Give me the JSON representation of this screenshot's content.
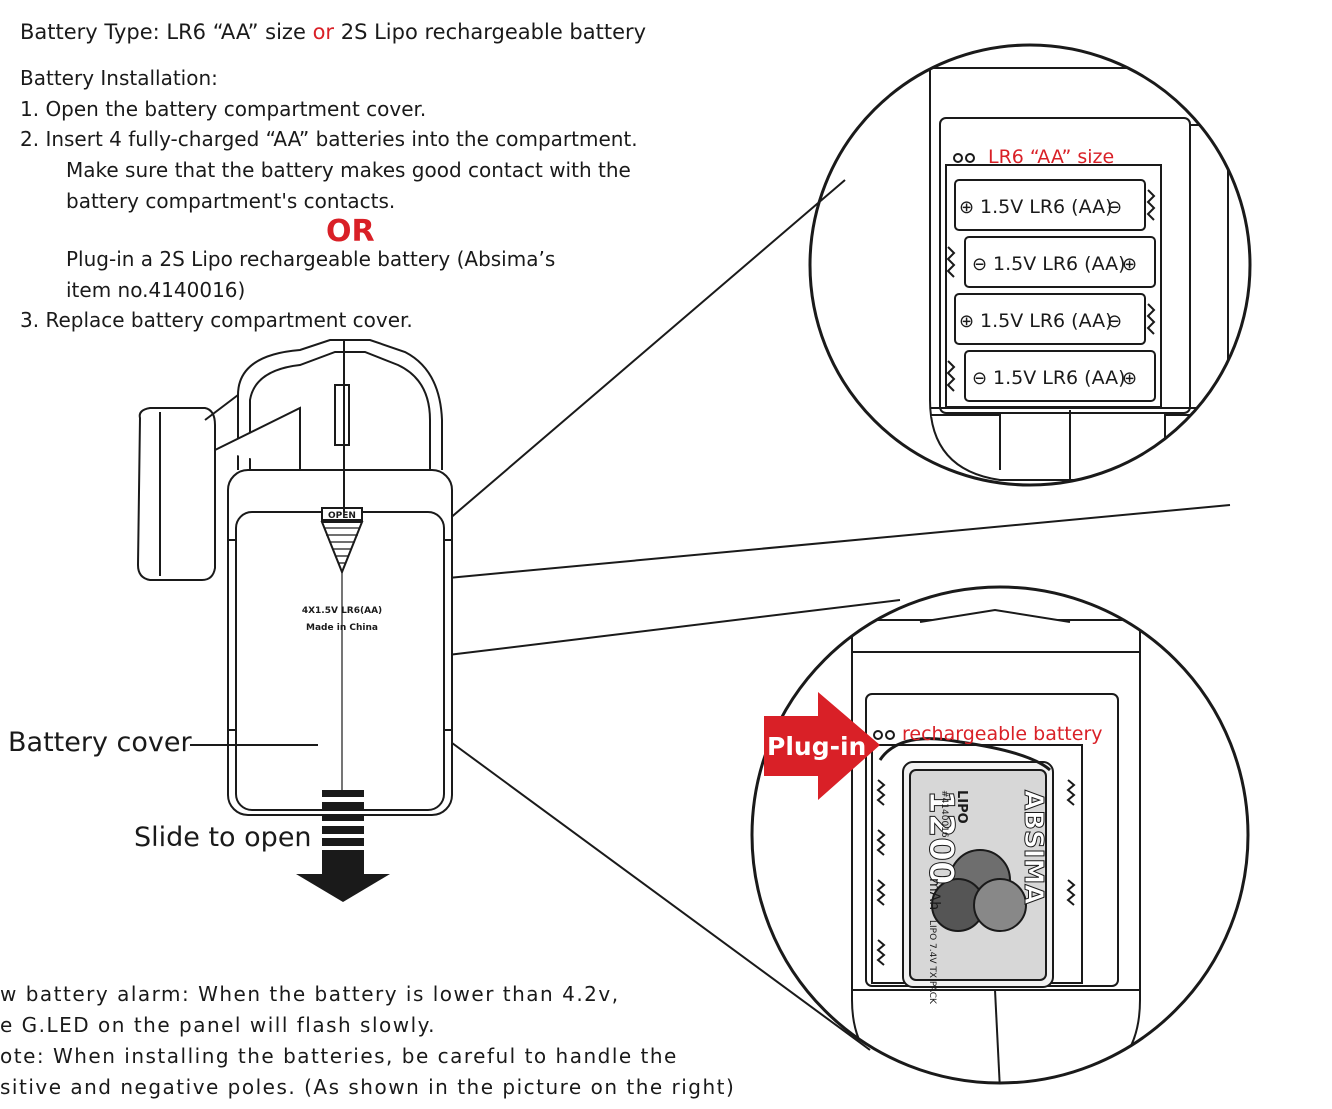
{
  "header": {
    "type_prefix": "Battery Type: LR6 “AA” size ",
    "type_or": "or",
    "type_suffix": " 2S Lipo rechargeable battery"
  },
  "installation": {
    "title": "Battery Installation:",
    "step1": "1. Open the battery compartment cover.",
    "step2_line1": "2. Insert 4 fully-charged “AA” batteries into the compartment.",
    "step2_line2": "Make sure that the battery makes good contact with the",
    "step2_line3": "battery compartment's contacts.",
    "or_label": "OR",
    "plug_line1": "Plug-in a 2S Lipo rechargeable battery (Absima’s",
    "plug_line2": "item no.4140016)",
    "step3": "3. Replace battery compartment cover."
  },
  "transmitter": {
    "open_label": "OPEN",
    "spec_line1": "4X1.5V  LR6(AA)",
    "spec_line2": "Made in China",
    "battery_cover_label": "Battery cover",
    "slide_label": "Slide to open"
  },
  "aa_detail": {
    "heading": "LR6 “AA” size",
    "cells": [
      "1.5V LR6 (AA)",
      "1.5V LR6 (AA)",
      "1.5V LR6 (AA)",
      "1.5V LR6 (AA)"
    ]
  },
  "lipo_detail": {
    "heading": "rechargeable battery",
    "plug_in_label": "Plug-in",
    "pack_capacity": "1200",
    "pack_unit": "mAh",
    "pack_type": "LIPO",
    "pack_brand": "ABSIMA",
    "pack_item": "#4140016",
    "pack_spec": "LIPO 7.4V  TX PACK"
  },
  "notes": {
    "alarm_line1": "w battery alarm: When the battery is lower than 4.2v,",
    "alarm_line2": "e G.LED on the panel will flash slowly.",
    "note_line1": "ote: When installing the batteries, be careful to handle the",
    "note_line2": "sitive and negative poles. (As shown in the picture on the right)"
  },
  "colors": {
    "accent_red": "#d92027",
    "line": "#1a1a1a"
  }
}
